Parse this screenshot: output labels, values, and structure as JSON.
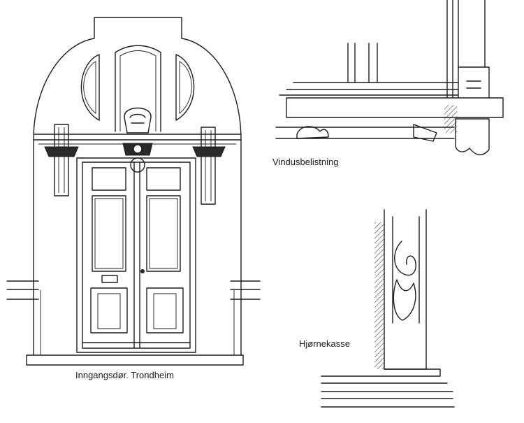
{
  "labels": {
    "door": "Inngangsdør. Trondheim",
    "window": "Vindusbelistning",
    "corner": "Hjørnekasse"
  },
  "colors": {
    "ink": "#1c1c1c",
    "paper": "#ffffff"
  }
}
